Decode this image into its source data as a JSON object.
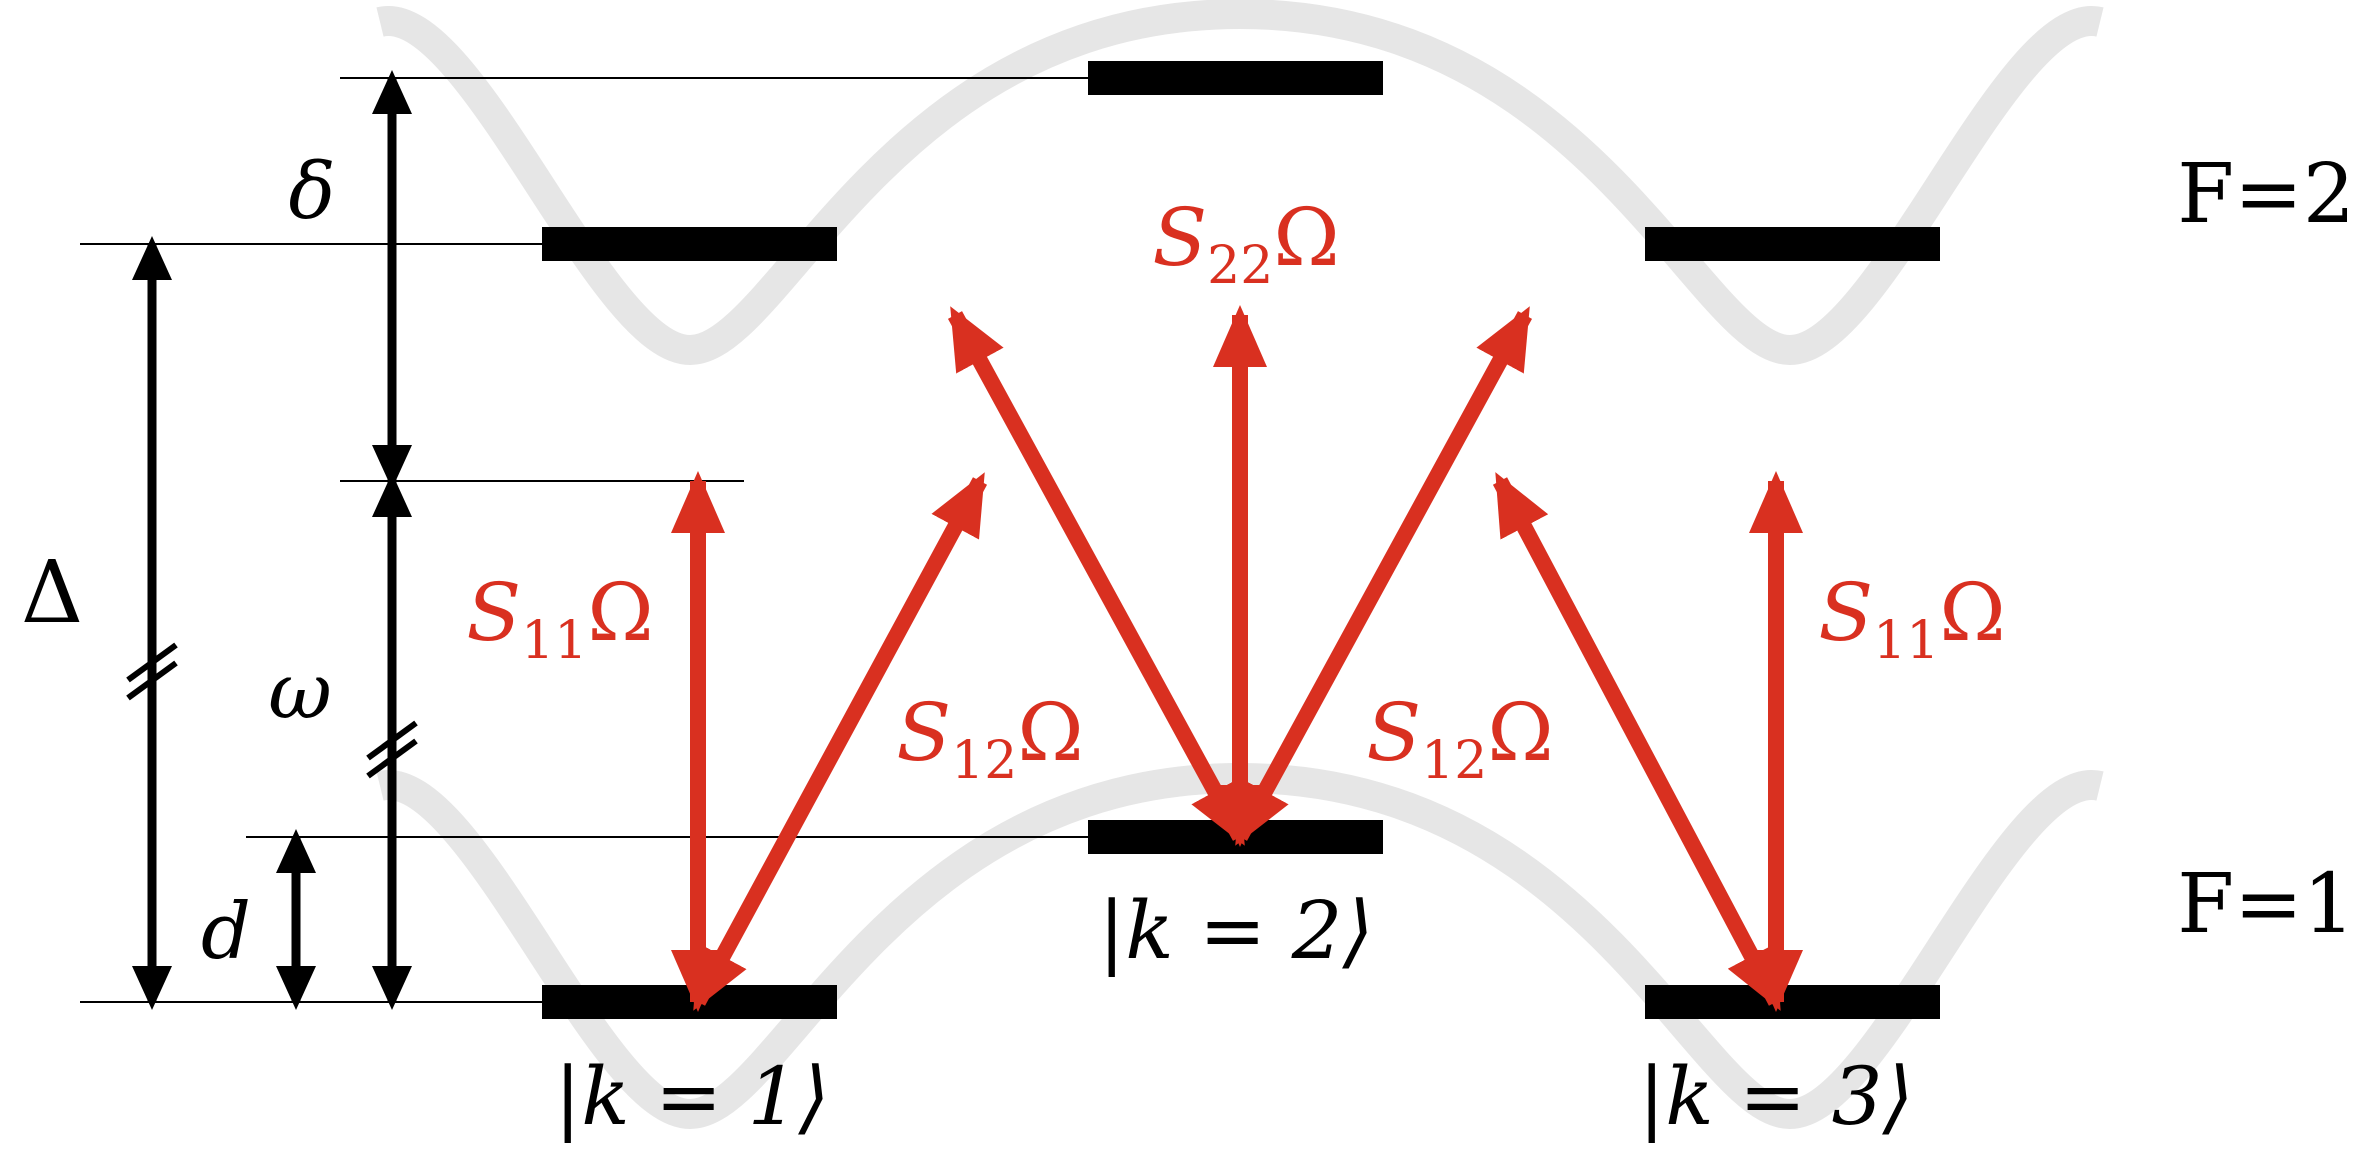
{
  "colors": {
    "level": "#000000",
    "coupling": "#d93020",
    "potential": "#e6e6e6",
    "background": "#ffffff"
  },
  "manifolds": {
    "upper": "F=2",
    "lower": "F=1"
  },
  "states": {
    "k1": "|k = 1⟩",
    "k2": "|k = 2⟩",
    "k3": "|k = 3⟩"
  },
  "spacings": {
    "delta_small": "δ",
    "omega": "ω",
    "d": "d",
    "Delta": "Δ"
  },
  "couplings": {
    "s11_left": {
      "symbol": "S",
      "subscript": "11",
      "rabi": "Ω"
    },
    "s12_left": {
      "symbol": "S",
      "subscript": "12",
      "rabi": "Ω"
    },
    "s22": {
      "symbol": "S",
      "subscript": "22",
      "rabi": "Ω"
    },
    "s12_right": {
      "symbol": "S",
      "subscript": "12",
      "rabi": "Ω"
    },
    "s11_right": {
      "symbol": "S",
      "subscript": "11",
      "rabi": "Ω"
    }
  }
}
